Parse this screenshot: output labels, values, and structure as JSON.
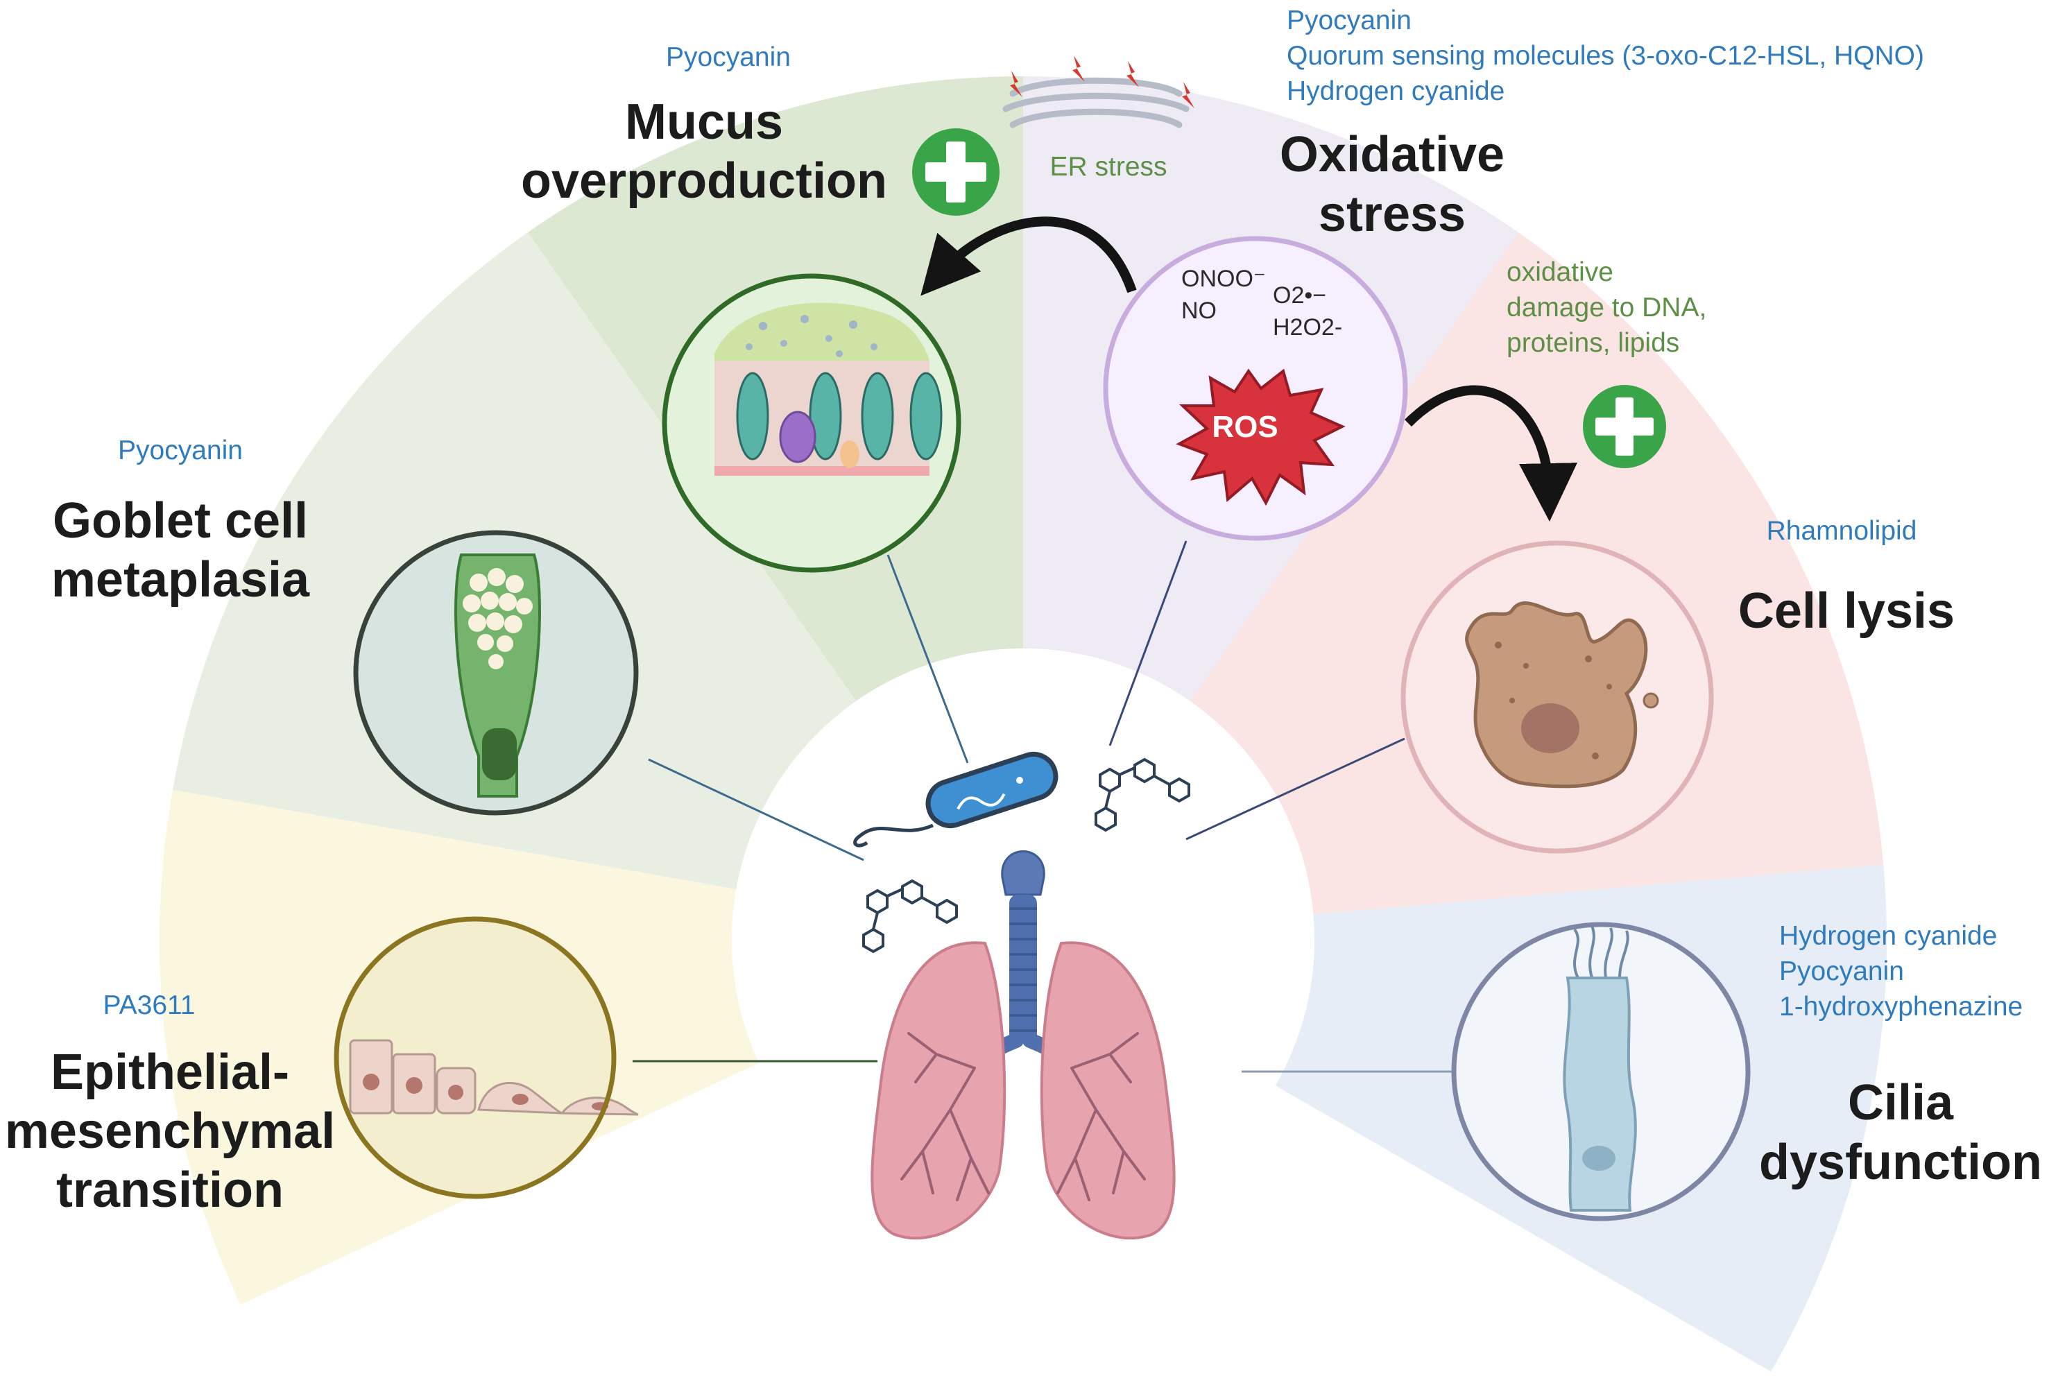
{
  "colors": {
    "mucus": "#dde8d2",
    "goblet": "#e9eee3",
    "emt": "#fbf7df",
    "oxidative": "#eeebf4",
    "lysis": "#fbe4e4",
    "cilia": "#e6edf7",
    "factor_text": "#2f7bbd",
    "effect_text": "#5d8f46",
    "plus": "#3aa448"
  },
  "icons": {
    "plus": "plus-icon",
    "lightning": "lightning-icon",
    "bacterium": "bacterium-icon",
    "molecule": "molecule-icon",
    "lungs": "lungs-icon",
    "ros": "ros-starburst-icon"
  },
  "mucus": {
    "title_l1": "Mucus",
    "title_l2": "overproduction",
    "factor": "Pyocyanin"
  },
  "goblet": {
    "title_l1": "Goblet cell",
    "title_l2": "metaplasia",
    "factor": "Pyocyanin"
  },
  "emt": {
    "title_l1": "Epithelial-",
    "title_l2": "mesenchymal",
    "title_l3": "transition",
    "factor": "PA3611"
  },
  "oxidative": {
    "title_l1": "Oxidative",
    "title_l2": "stress",
    "factor_l1": "Pyocyanin",
    "factor_l2": "Quorum sensing molecules (3-oxo-C12-HSL, HQNO)",
    "factor_l3": "Hydrogen cyanide",
    "er_stress": "ER stress",
    "species_1": "ONOO⁻",
    "species_2": "NO",
    "species_3": "O2•−",
    "species_4": "H2O2-",
    "ros_label": "ROS",
    "damage_l1": "oxidative",
    "damage_l2": "damage to DNA,",
    "damage_l3": "proteins,  lipids"
  },
  "lysis": {
    "title": "Cell lysis",
    "factor": "Rhamnolipid"
  },
  "cilia": {
    "title_l1": "Cilia",
    "title_l2": "dysfunction",
    "factor_l1": "Hydrogen cyanide",
    "factor_l2": "Pyocyanin",
    "factor_l3": "1-hydroxyphenazine"
  }
}
